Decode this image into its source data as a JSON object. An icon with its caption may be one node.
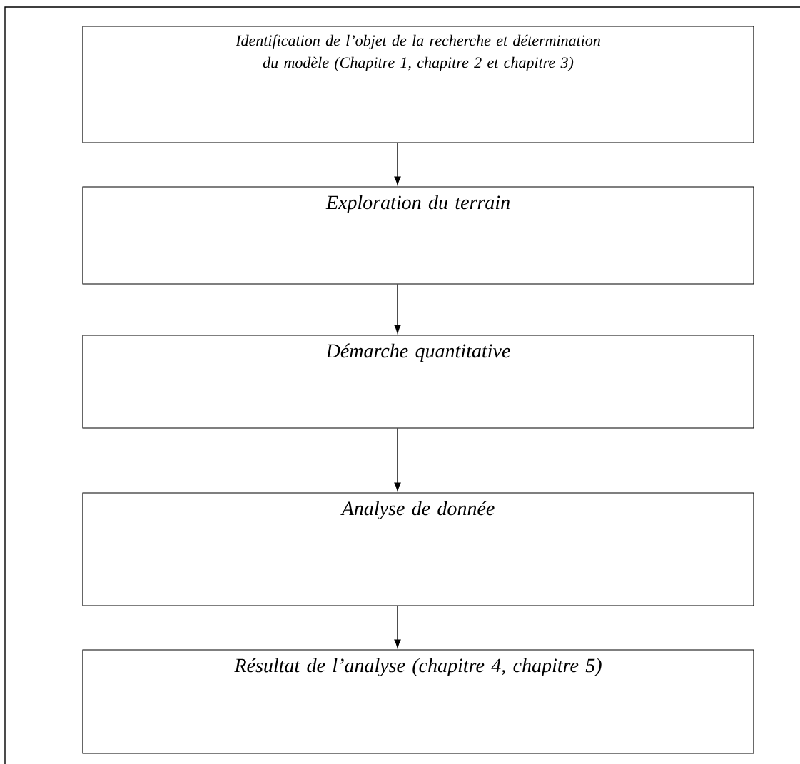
{
  "diagram": {
    "nodes": [
      {
        "text": [
          "Identification de l’objet de la recherche et détermination du modèle (Chapitre 1, chapitre 2 et chapitre 3)"
        ]
      },
      {
        "text": [
          "Exploration du terrain"
        ]
      },
      {
        "text": [
          "Démarche quantitative"
        ]
      },
      {
        "text": [
          "Analyse de donnée"
        ]
      },
      {
        "text": [
          "Résultat de l’analyse (chapitre 4, chapitre 5)"
        ]
      }
    ],
    "edges": [
      {
        "from": 0,
        "to": 1,
        "arrow": "to"
      },
      {
        "from": 1,
        "to": 2,
        "arrow": "to"
      },
      {
        "from": 2,
        "to": 3,
        "arrow": "to"
      },
      {
        "from": 3,
        "to": 4,
        "arrow": "to"
      }
    ]
  }
}
